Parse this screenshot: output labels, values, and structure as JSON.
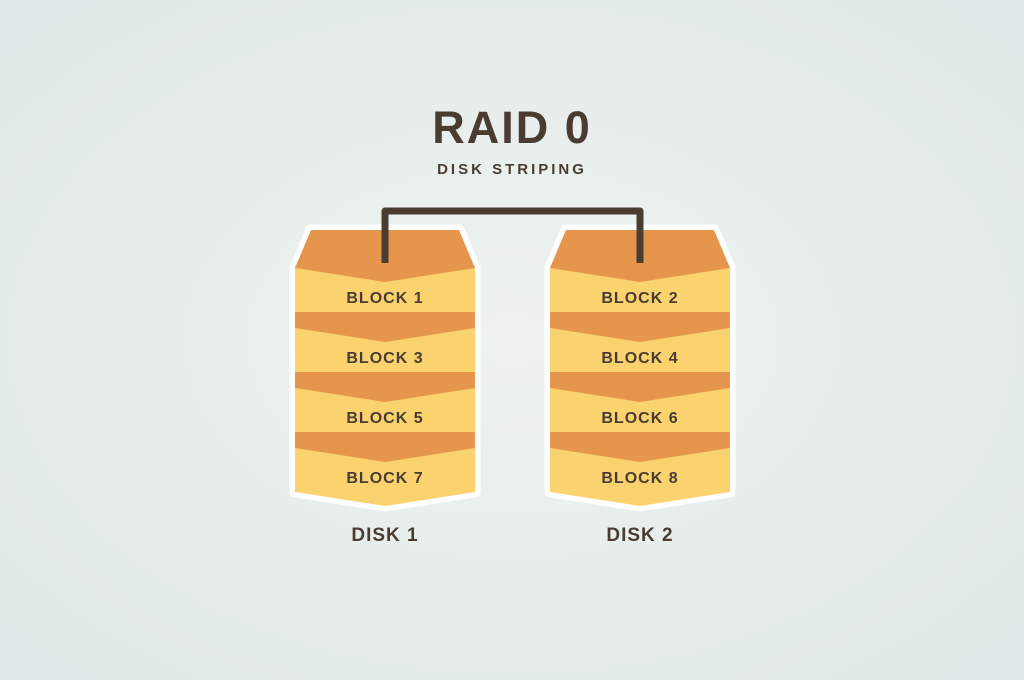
{
  "title": "RAID 0",
  "subtitle": "DISK STRIPING",
  "disks": [
    {
      "label": "DISK 1",
      "blocks": [
        "BLOCK 1",
        "BLOCK 3",
        "BLOCK 5",
        "BLOCK 7"
      ]
    },
    {
      "label": "DISK 2",
      "blocks": [
        "BLOCK 2",
        "BLOCK 4",
        "BLOCK 6",
        "BLOCK 8"
      ]
    }
  ],
  "colors": {
    "background": "#e8efed",
    "block_face": "#fad26e",
    "block_top": "#e5964c",
    "outline": "#ffffff",
    "text": "#4a3c31",
    "connector": "#4a3c31"
  }
}
